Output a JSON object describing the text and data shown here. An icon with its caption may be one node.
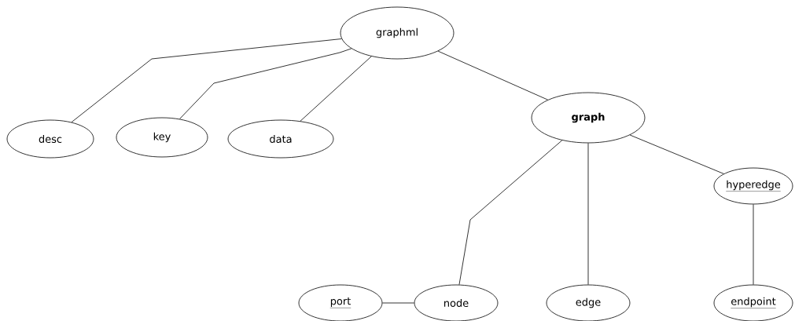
{
  "diagram": {
    "nodes": [
      {
        "text": [
          "graphml"
        ]
      },
      {
        "text": [
          "desc"
        ]
      },
      {
        "text": [
          "key"
        ]
      },
      {
        "text": [
          "data"
        ]
      },
      {
        "text": [
          "graph"
        ]
      },
      {
        "text": [
          "hyperedge"
        ]
      },
      {
        "text": [
          "port"
        ]
      },
      {
        "text": [
          "node"
        ]
      },
      {
        "text": [
          "edge"
        ]
      },
      {
        "text": [
          "endpoint"
        ]
      }
    ],
    "edges": [
      {
        "from": 0,
        "to": 1,
        "arrow": "none"
      },
      {
        "from": 0,
        "to": 2,
        "arrow": "none"
      },
      {
        "from": 0,
        "to": 3,
        "arrow": "none"
      },
      {
        "from": 0,
        "to": 4,
        "arrow": "none"
      },
      {
        "from": 4,
        "to": 7,
        "arrow": "none"
      },
      {
        "from": 4,
        "to": 8,
        "arrow": "none"
      },
      {
        "from": 4,
        "to": 5,
        "arrow": "none"
      },
      {
        "from": 5,
        "to": 9,
        "arrow": "none"
      },
      {
        "from": 6,
        "to": 7,
        "arrow": "none"
      }
    ]
  }
}
